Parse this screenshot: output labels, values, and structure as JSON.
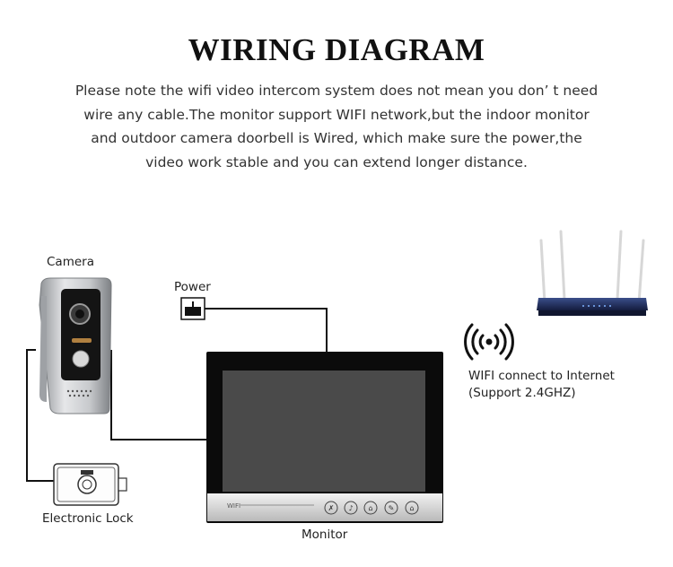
{
  "header": {
    "title": "WIRING DIAGRAM",
    "lines": [
      "Please note the wifi video intercom system does not mean you don’ t need",
      "wire any cable.The monitor support WIFI network,but the indoor monitor",
      "and outdoor camera doorbell is Wired, which make sure the power,the",
      "video work stable and you can extend longer distance."
    ]
  },
  "labels": {
    "camera": "Camera",
    "power": "Power",
    "lock": "Electronic Lock",
    "monitor": "Monitor",
    "wifi_line1": "WIFI connect to Internet",
    "wifi_line2": "(Support 2.4GHZ)",
    "monitor_wifi_badge": "WIFI"
  },
  "icons": [
    "wifi-signal-icon",
    "router-icon",
    "camera-doorbell-icon",
    "electronic-lock-icon",
    "power-adapter-icon"
  ],
  "colors": {
    "wire": "#111111",
    "monitor_frame": "#0b0b0b",
    "screen": "#4a4a4a",
    "router_body": "#1e2a5a"
  }
}
